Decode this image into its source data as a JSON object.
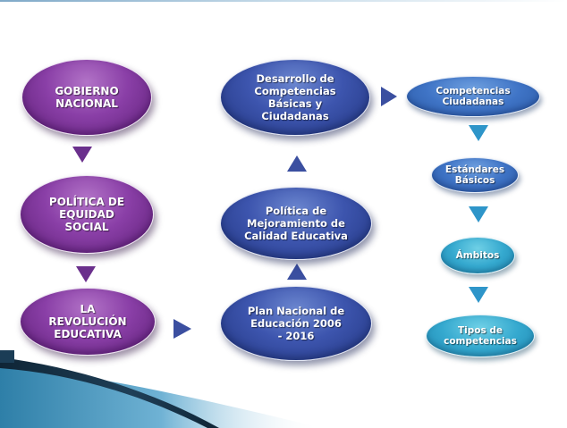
{
  "diagram": {
    "nodes": {
      "gobierno": "GOBIERNO\nNACIONAL",
      "politica_equidad": "POLÍTICA DE\nEQUIDAD\nSOCIAL",
      "revolucion": "LA\nREVOLUCIÓN\nEDUCATIVA",
      "plan_nacional": "Plan Nacional de\nEducación 2006\n- 2016",
      "politica_calidad": "Política de\nMejoramiento de\nCalidad Educativa",
      "desarrollo": "Desarrollo de\nCompetencias\nBásicas y\nCiudadanas",
      "competencias_ciudadanas": "Competencias\nCiudadanas",
      "estandares": "Estándares\nBásicos",
      "ambitos": "Ámbitos",
      "tipos": "Tipos de\ncompetencias"
    },
    "colors": {
      "arrow_purple": "#6a2f8c",
      "arrow_navy": "#3b4fa0",
      "arrow_blue": "#2e95c9",
      "swoosh_dark": "#0f2536",
      "swoosh_teal": "#2e7fa8"
    }
  }
}
